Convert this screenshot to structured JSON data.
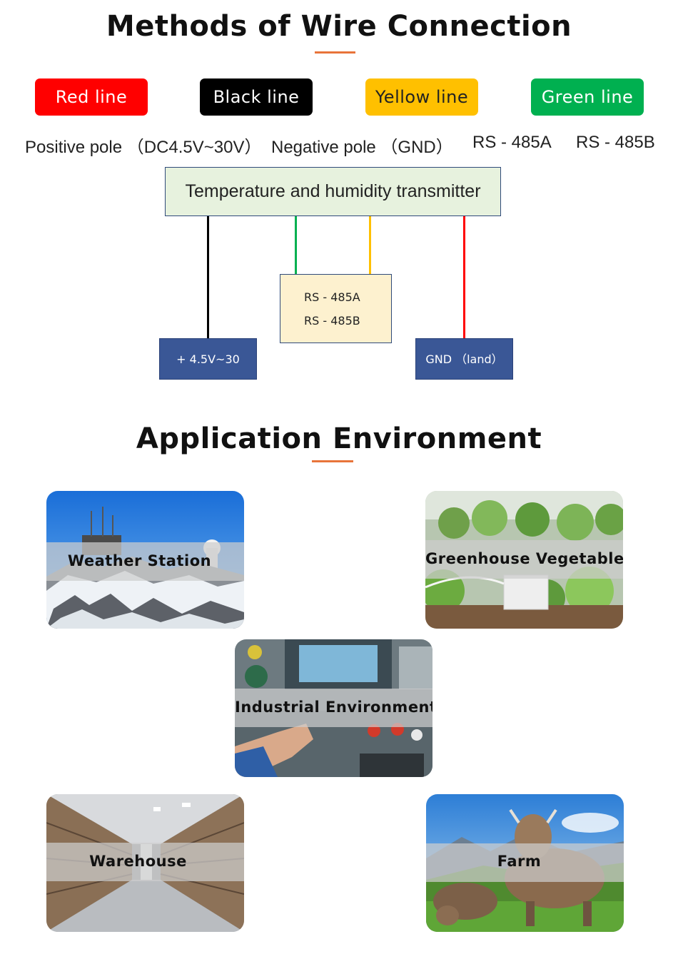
{
  "wiring": {
    "title": "Methods of Wire Connection",
    "lines": [
      {
        "label": "Red line",
        "color": "#ff0000",
        "text_color": "#ffffff"
      },
      {
        "label": "Black line",
        "color": "#000000",
        "text_color": "#ffffff"
      },
      {
        "label": "Yellow line",
        "color": "#ffc000",
        "text_color": "#222222"
      },
      {
        "label": "Green line",
        "color": "#00b050",
        "text_color": "#ffffff"
      }
    ],
    "meanings": [
      "Positive pole （DC4.5V~30V）",
      "Negative pole （GND）",
      "RS - 485A",
      "RS - 485B"
    ],
    "transmitter": "Temperature and humidity transmitter",
    "rs_box": [
      "RS - 485A",
      "RS - 485B"
    ],
    "power_box": "+ 4.5V~30",
    "gnd_box": "GND （land）"
  },
  "application": {
    "title": "Application Environment",
    "cards": [
      {
        "label": "Weather  Station",
        "image": "weather-station-photo"
      },
      {
        "label": "Greenhouse Vegetable",
        "image": "greenhouse-photo"
      },
      {
        "label": "Industrial Environment",
        "image": "industrial-control-panel-photo"
      },
      {
        "label": "Warehouse",
        "image": "warehouse-photo"
      },
      {
        "label": "Farm",
        "image": "farm-cow-photo"
      }
    ]
  },
  "colors": {
    "accent": "#e8743a",
    "transmitter_bg": "#e7f2de",
    "rs_box_bg": "#fdf1cf",
    "terminal_bg": "#3a5796"
  }
}
